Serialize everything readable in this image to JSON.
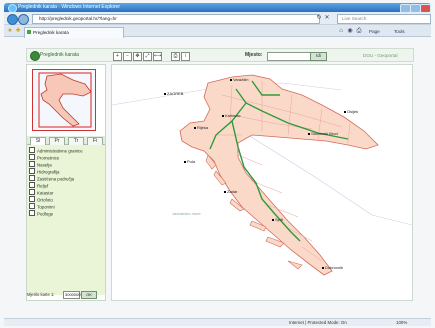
{
  "browser": {
    "window_title": "Preglednik karata - Windows Internet Explorer",
    "url": "http://preglednik.geoportal.hr/?lang=hr",
    "search_placeholder": "Live Search",
    "tab_title": "Preglednik karata",
    "commands": [
      "Page",
      "Tools"
    ],
    "status_zone": "Internet | Protected Mode: On",
    "zoom": "100%"
  },
  "app": {
    "logo_text": "Preglednik karata",
    "toolbar_icons": [
      "zoom-in-icon",
      "zoom-out-icon",
      "pan-icon",
      "full-extent-icon",
      "measure-icon",
      "print-icon",
      "info-icon"
    ],
    "search_label": "Mjesto:",
    "place_value": "",
    "go_label": "Idi",
    "brand_right": "DGU - Geoportal"
  },
  "layers": {
    "tabs": [
      "Sl",
      "Pr",
      "Tr",
      "Fi"
    ],
    "items": [
      "Administrativne granice",
      "Prometnice",
      "Naselja",
      "Hidrografija",
      "Zastićena područja",
      "Reljef",
      "Katastar",
      "Ortofoto",
      "Toponimi",
      "Podloge"
    ]
  },
  "scale": {
    "label": "Mjerilo karte 1:",
    "value": "3000000",
    "button": "OK"
  },
  "map": {
    "cities": [
      "ZAGREB",
      "Varaždin",
      "Osijek",
      "Rijeka",
      "Zadar",
      "Split",
      "Dubrovnik",
      "Pula",
      "Slavonski Brod",
      "Karlovac"
    ]
  }
}
